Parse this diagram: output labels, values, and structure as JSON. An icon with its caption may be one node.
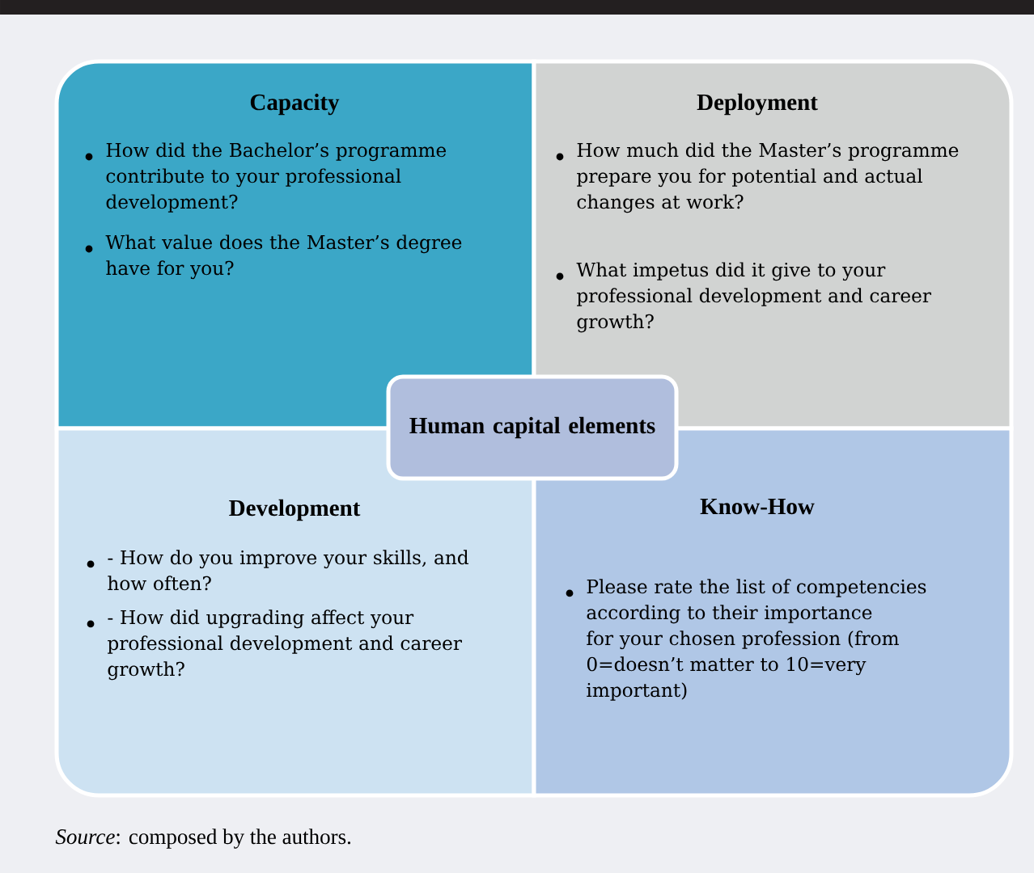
{
  "diagram": {
    "caption": "*Source*: composed by the authors.",
    "nodes": [
      {
        "text": [
          "Capacity",
          "How did the Bachelor’s programme contribute to your professional development?",
          "What value does the Master’s degree have for you?"
        ]
      },
      {
        "text": [
          "Deployment",
          "How much did the Master’s programme prepare you for potential and actual changes at work?",
          "What impetus did it give to your professional development and career growth?"
        ]
      },
      {
        "text": [
          "Development",
          "- How do you improve your skills, and how often?",
          "- How did upgrading affect your professional development and career growth?"
        ]
      },
      {
        "text": [
          "Know-How",
          "Please rate the list of competencies according to their importance for your chosen profession (from 0=doesn’t matter to 10=very important)"
        ]
      },
      {
        "text": [
          "Human capital elements"
        ]
      }
    ]
  }
}
